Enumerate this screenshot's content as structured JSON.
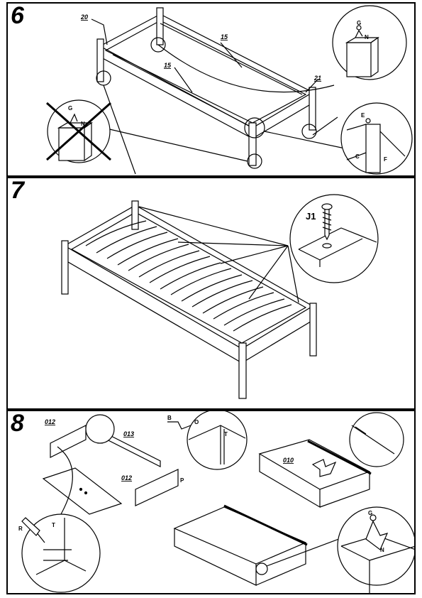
{
  "steps": {
    "s6": "6",
    "s7": "7",
    "s8": "8"
  },
  "step6": {
    "label_20": "20",
    "label_15a": "15",
    "label_15b": "15",
    "label_21": "21",
    "hw_G": "G",
    "hw_N": "N",
    "hw_G2": "G",
    "hw_N2": "N",
    "hw_E": "E",
    "hw_C": "C",
    "hw_F": "F"
  },
  "step7": {
    "screw": "J1"
  },
  "step8": {
    "label_012a": "012",
    "label_013": "013",
    "label_012b": "012",
    "label_P": "P",
    "hw_B": "B",
    "hw_O": "O",
    "hw_T": "T",
    "label_010": "010",
    "hw_R": "R",
    "hw_T2": "T",
    "hw_G": "G",
    "hw_N": "N"
  },
  "colors": {
    "ink": "#000000",
    "paper": "#ffffff",
    "shade": "#d8d8d8"
  }
}
